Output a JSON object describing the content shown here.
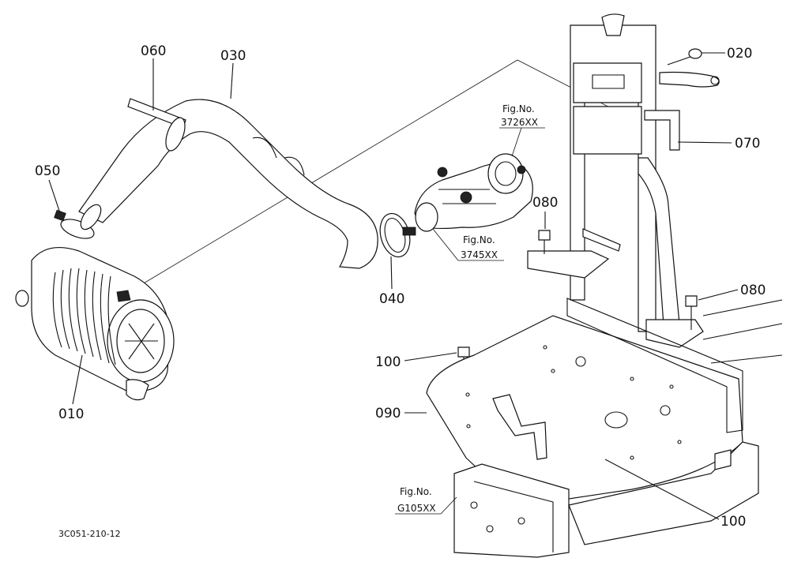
{
  "parts": {
    "p060": "060",
    "p030": "030",
    "p050": "050",
    "p010": "010",
    "p040": "040",
    "p020": "020",
    "p070": "070",
    "p080a": "080",
    "p080b": "080",
    "p100a": "100",
    "p100b": "100",
    "p090": "090"
  },
  "refs": {
    "ref1_line1": "Fig.No.",
    "ref1_line2": "3726XX",
    "ref2_line1": "Fig.No.",
    "ref2_line2": "3745XX",
    "ref3_line1": "Fig.No.",
    "ref3_line2": "G105XX"
  },
  "drawing_code": "3C051-210-12"
}
